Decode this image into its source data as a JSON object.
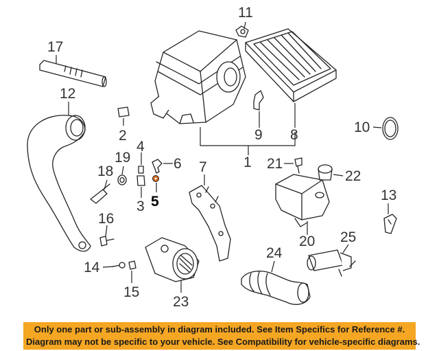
{
  "diagram": {
    "callouts": [
      {
        "id": "c1",
        "label": "1"
      },
      {
        "id": "c2",
        "label": "2"
      },
      {
        "id": "c3",
        "label": "3"
      },
      {
        "id": "c4",
        "label": "4"
      },
      {
        "id": "c5",
        "label": "5",
        "highlighted": true
      },
      {
        "id": "c6",
        "label": "6"
      },
      {
        "id": "c7",
        "label": "7"
      },
      {
        "id": "c8",
        "label": "8"
      },
      {
        "id": "c9",
        "label": "9"
      },
      {
        "id": "c10",
        "label": "10"
      },
      {
        "id": "c11",
        "label": "11"
      },
      {
        "id": "c12",
        "label": "12"
      },
      {
        "id": "c13",
        "label": "13"
      },
      {
        "id": "c14",
        "label": "14"
      },
      {
        "id": "c15",
        "label": "15"
      },
      {
        "id": "c16",
        "label": "16"
      },
      {
        "id": "c17",
        "label": "17"
      },
      {
        "id": "c18",
        "label": "18"
      },
      {
        "id": "c19",
        "label": "19"
      },
      {
        "id": "c20",
        "label": "20"
      },
      {
        "id": "c21",
        "label": "21"
      },
      {
        "id": "c22",
        "label": "22"
      },
      {
        "id": "c23",
        "label": "23"
      },
      {
        "id": "c24",
        "label": "24"
      },
      {
        "id": "c25",
        "label": "25"
      }
    ],
    "highlight_color": "#d2691e"
  },
  "disclaimer": {
    "line1": "Only one part or sub-assembly in diagram included. See Item Specifics for Reference #.",
    "line2": "Diagram may not be specific to your vehicle. See Compatibility for vehicle-specific diagrams.",
    "background_color": "#f5a623"
  }
}
